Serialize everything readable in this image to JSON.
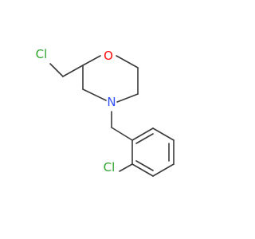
{
  "molecule": {
    "atoms": {
      "cl_top": {
        "text": "Cl",
        "color": "#2ea52e"
      },
      "oxygen": {
        "text": "O",
        "color": "#ff0d0d"
      },
      "nitrogen": {
        "text": "N",
        "color": "#3050f8"
      },
      "cl_bottom": {
        "text": "Cl",
        "color": "#2ea52e"
      }
    },
    "bond_color": "#3a3a3a"
  }
}
